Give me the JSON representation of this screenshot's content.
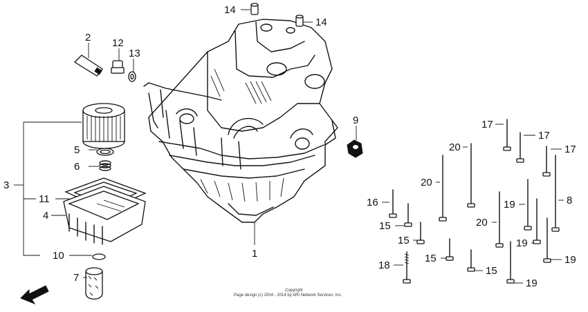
{
  "diagram": {
    "callouts": [
      {
        "id": "c14a",
        "text": "14"
      },
      {
        "id": "c14b",
        "text": "14"
      },
      {
        "id": "c2",
        "text": "2"
      },
      {
        "id": "c12",
        "text": "12"
      },
      {
        "id": "c13",
        "text": "13"
      },
      {
        "id": "c9",
        "text": "9"
      },
      {
        "id": "c3",
        "text": "3"
      },
      {
        "id": "c5",
        "text": "5"
      },
      {
        "id": "c6",
        "text": "6"
      },
      {
        "id": "c11",
        "text": "11"
      },
      {
        "id": "c4",
        "text": "4"
      },
      {
        "id": "c10",
        "text": "10"
      },
      {
        "id": "c7",
        "text": "7"
      },
      {
        "id": "c1",
        "text": "1"
      },
      {
        "id": "c17a",
        "text": "17"
      },
      {
        "id": "c17b",
        "text": "17"
      },
      {
        "id": "c17c",
        "text": "17"
      },
      {
        "id": "c20a",
        "text": "20"
      },
      {
        "id": "c20b",
        "text": "20"
      },
      {
        "id": "c20c",
        "text": "20"
      },
      {
        "id": "c8",
        "text": "8"
      },
      {
        "id": "c16",
        "text": "16"
      },
      {
        "id": "c15a",
        "text": "15"
      },
      {
        "id": "c15b",
        "text": "15"
      },
      {
        "id": "c15c",
        "text": "15"
      },
      {
        "id": "c15d",
        "text": "15"
      },
      {
        "id": "c18",
        "text": "18"
      },
      {
        "id": "c19a",
        "text": "19"
      },
      {
        "id": "c19b",
        "text": "19"
      },
      {
        "id": "c19c",
        "text": "19"
      },
      {
        "id": "c19d",
        "text": "19"
      }
    ],
    "fwd_label": "FWD",
    "copyright_line1": "Copyright",
    "copyright_line2": "Page design (c) 2004 - 2014 by ARI Network Services, Inc."
  }
}
